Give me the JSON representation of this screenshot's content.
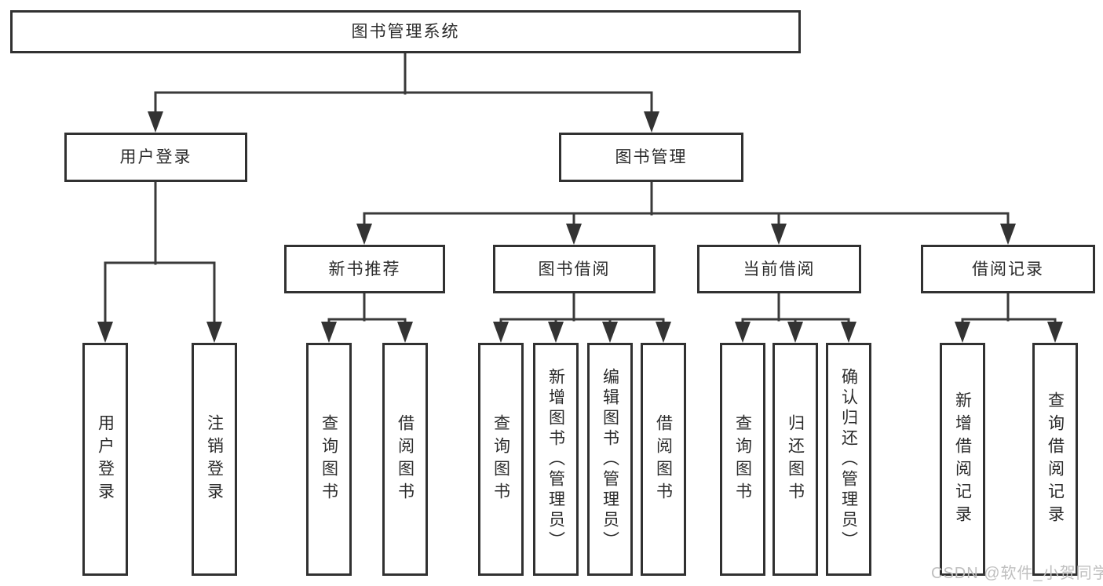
{
  "diagram": {
    "type": "hierarchy",
    "watermark": "CSDN @软件_小贺同学",
    "colors": {
      "background": "#ffffff",
      "line": "#3a3a3a",
      "box_border": "#313131",
      "text": "#2b2b2b",
      "watermark": "#bfbfbf"
    },
    "nodes": {
      "root": {
        "label": "图书管理系统"
      },
      "user_login": {
        "label": "用户登录"
      },
      "book_management": {
        "label": "图书管理"
      },
      "new_book_recommend": {
        "label": "新书推荐"
      },
      "book_borrow": {
        "label": "图书借阅"
      },
      "current_borrow": {
        "label": "当前借阅"
      },
      "borrow_records": {
        "label": "借阅记录"
      },
      "leaf_user_login": {
        "label": "用户登录"
      },
      "leaf_logout": {
        "label": "注销登录"
      },
      "leaf_nb_query": {
        "label": "查询图书"
      },
      "leaf_nb_borrow": {
        "label": "借阅图书"
      },
      "leaf_bb_query": {
        "label": "查询图书"
      },
      "leaf_bb_add": {
        "label": "新增图书（管理员）"
      },
      "leaf_bb_edit": {
        "label": "编辑图书（管理员）"
      },
      "leaf_bb_borrow": {
        "label": "借阅图书"
      },
      "leaf_cb_query": {
        "label": "查询图书"
      },
      "leaf_cb_return": {
        "label": "归还图书"
      },
      "leaf_cb_confirm": {
        "label": "确认归还（管理员）"
      },
      "leaf_br_add": {
        "label": "新增借阅记录"
      },
      "leaf_br_query": {
        "label": "查询借阅记录"
      }
    },
    "hierarchy": {
      "图书管理系统": {
        "用户登录": [
          "用户登录",
          "注销登录"
        ],
        "图书管理": {
          "新书推荐": [
            "查询图书",
            "借阅图书"
          ],
          "图书借阅": [
            "查询图书",
            "新增图书（管理员）",
            "编辑图书（管理员）",
            "借阅图书"
          ],
          "当前借阅": [
            "查询图书",
            "归还图书",
            "确认归还（管理员）"
          ],
          "借阅记录": [
            "新增借阅记录",
            "查询借阅记录"
          ]
        }
      }
    }
  }
}
